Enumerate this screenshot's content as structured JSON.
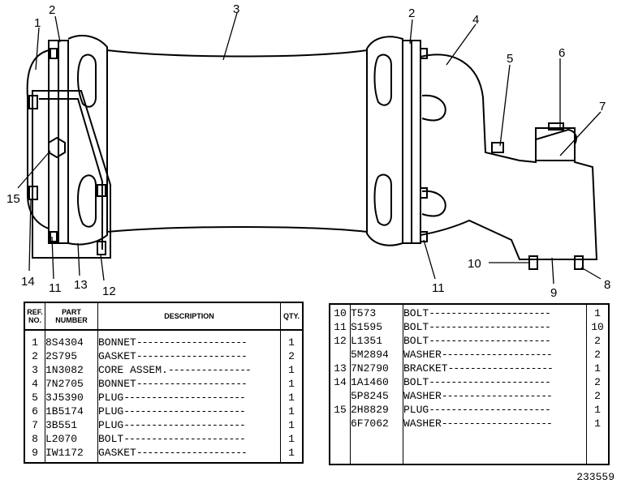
{
  "callouts": [
    "1",
    "2",
    "3",
    "2",
    "4",
    "5",
    "6",
    "7",
    "15",
    "14",
    "11",
    "13",
    "12",
    "11",
    "10",
    "9",
    "8"
  ],
  "left_table": {
    "header": {
      "ref": "REF. NO.",
      "part": "PART NUMBER",
      "desc": "DESCRIPTION",
      "qty": "QTY."
    },
    "rows": [
      {
        "ref": "1",
        "part": "8S4304",
        "desc": "BONNET",
        "qty": "1"
      },
      {
        "ref": "2",
        "part": "2S795",
        "desc": "GASKET",
        "qty": "2"
      },
      {
        "ref": "3",
        "part": "1N3082",
        "desc": "CORE ASSEM.",
        "qty": "1"
      },
      {
        "ref": "4",
        "part": "7N2705",
        "desc": "BONNET",
        "qty": "1"
      },
      {
        "ref": "5",
        "part": "3J5390",
        "desc": "PLUG",
        "qty": "1"
      },
      {
        "ref": "6",
        "part": "1B5174",
        "desc": "PLUG",
        "qty": "1"
      },
      {
        "ref": "7",
        "part": "3B551",
        "desc": "PLUG",
        "qty": "1"
      },
      {
        "ref": "8",
        "part": "L2070",
        "desc": "BOLT",
        "qty": "1"
      },
      {
        "ref": "9",
        "part": "IW1172",
        "desc": "GASKET",
        "qty": "1"
      }
    ]
  },
  "right_table": {
    "rows": [
      {
        "ref": "10",
        "part": "T573",
        "desc": "BOLT",
        "qty": "1"
      },
      {
        "ref": "11",
        "part": "S1595",
        "desc": "BOLT",
        "qty": "10"
      },
      {
        "ref": "12",
        "part": "L1351",
        "desc": "BOLT",
        "qty": "2"
      },
      {
        "ref": "",
        "part": "5M2894",
        "desc": "WASHER",
        "qty": "2"
      },
      {
        "ref": "13",
        "part": "7N2790",
        "desc": "BRACKET",
        "qty": "1"
      },
      {
        "ref": "14",
        "part": "1A1460",
        "desc": "BOLT",
        "qty": "2"
      },
      {
        "ref": "",
        "part": "5P8245",
        "desc": "WASHER",
        "qty": "2"
      },
      {
        "ref": "15",
        "part": "2H8829",
        "desc": "PLUG",
        "qty": "1"
      },
      {
        "ref": "",
        "part": "6F7062",
        "desc": "WASHER",
        "qty": "1"
      }
    ]
  },
  "drawing_number": "233559"
}
